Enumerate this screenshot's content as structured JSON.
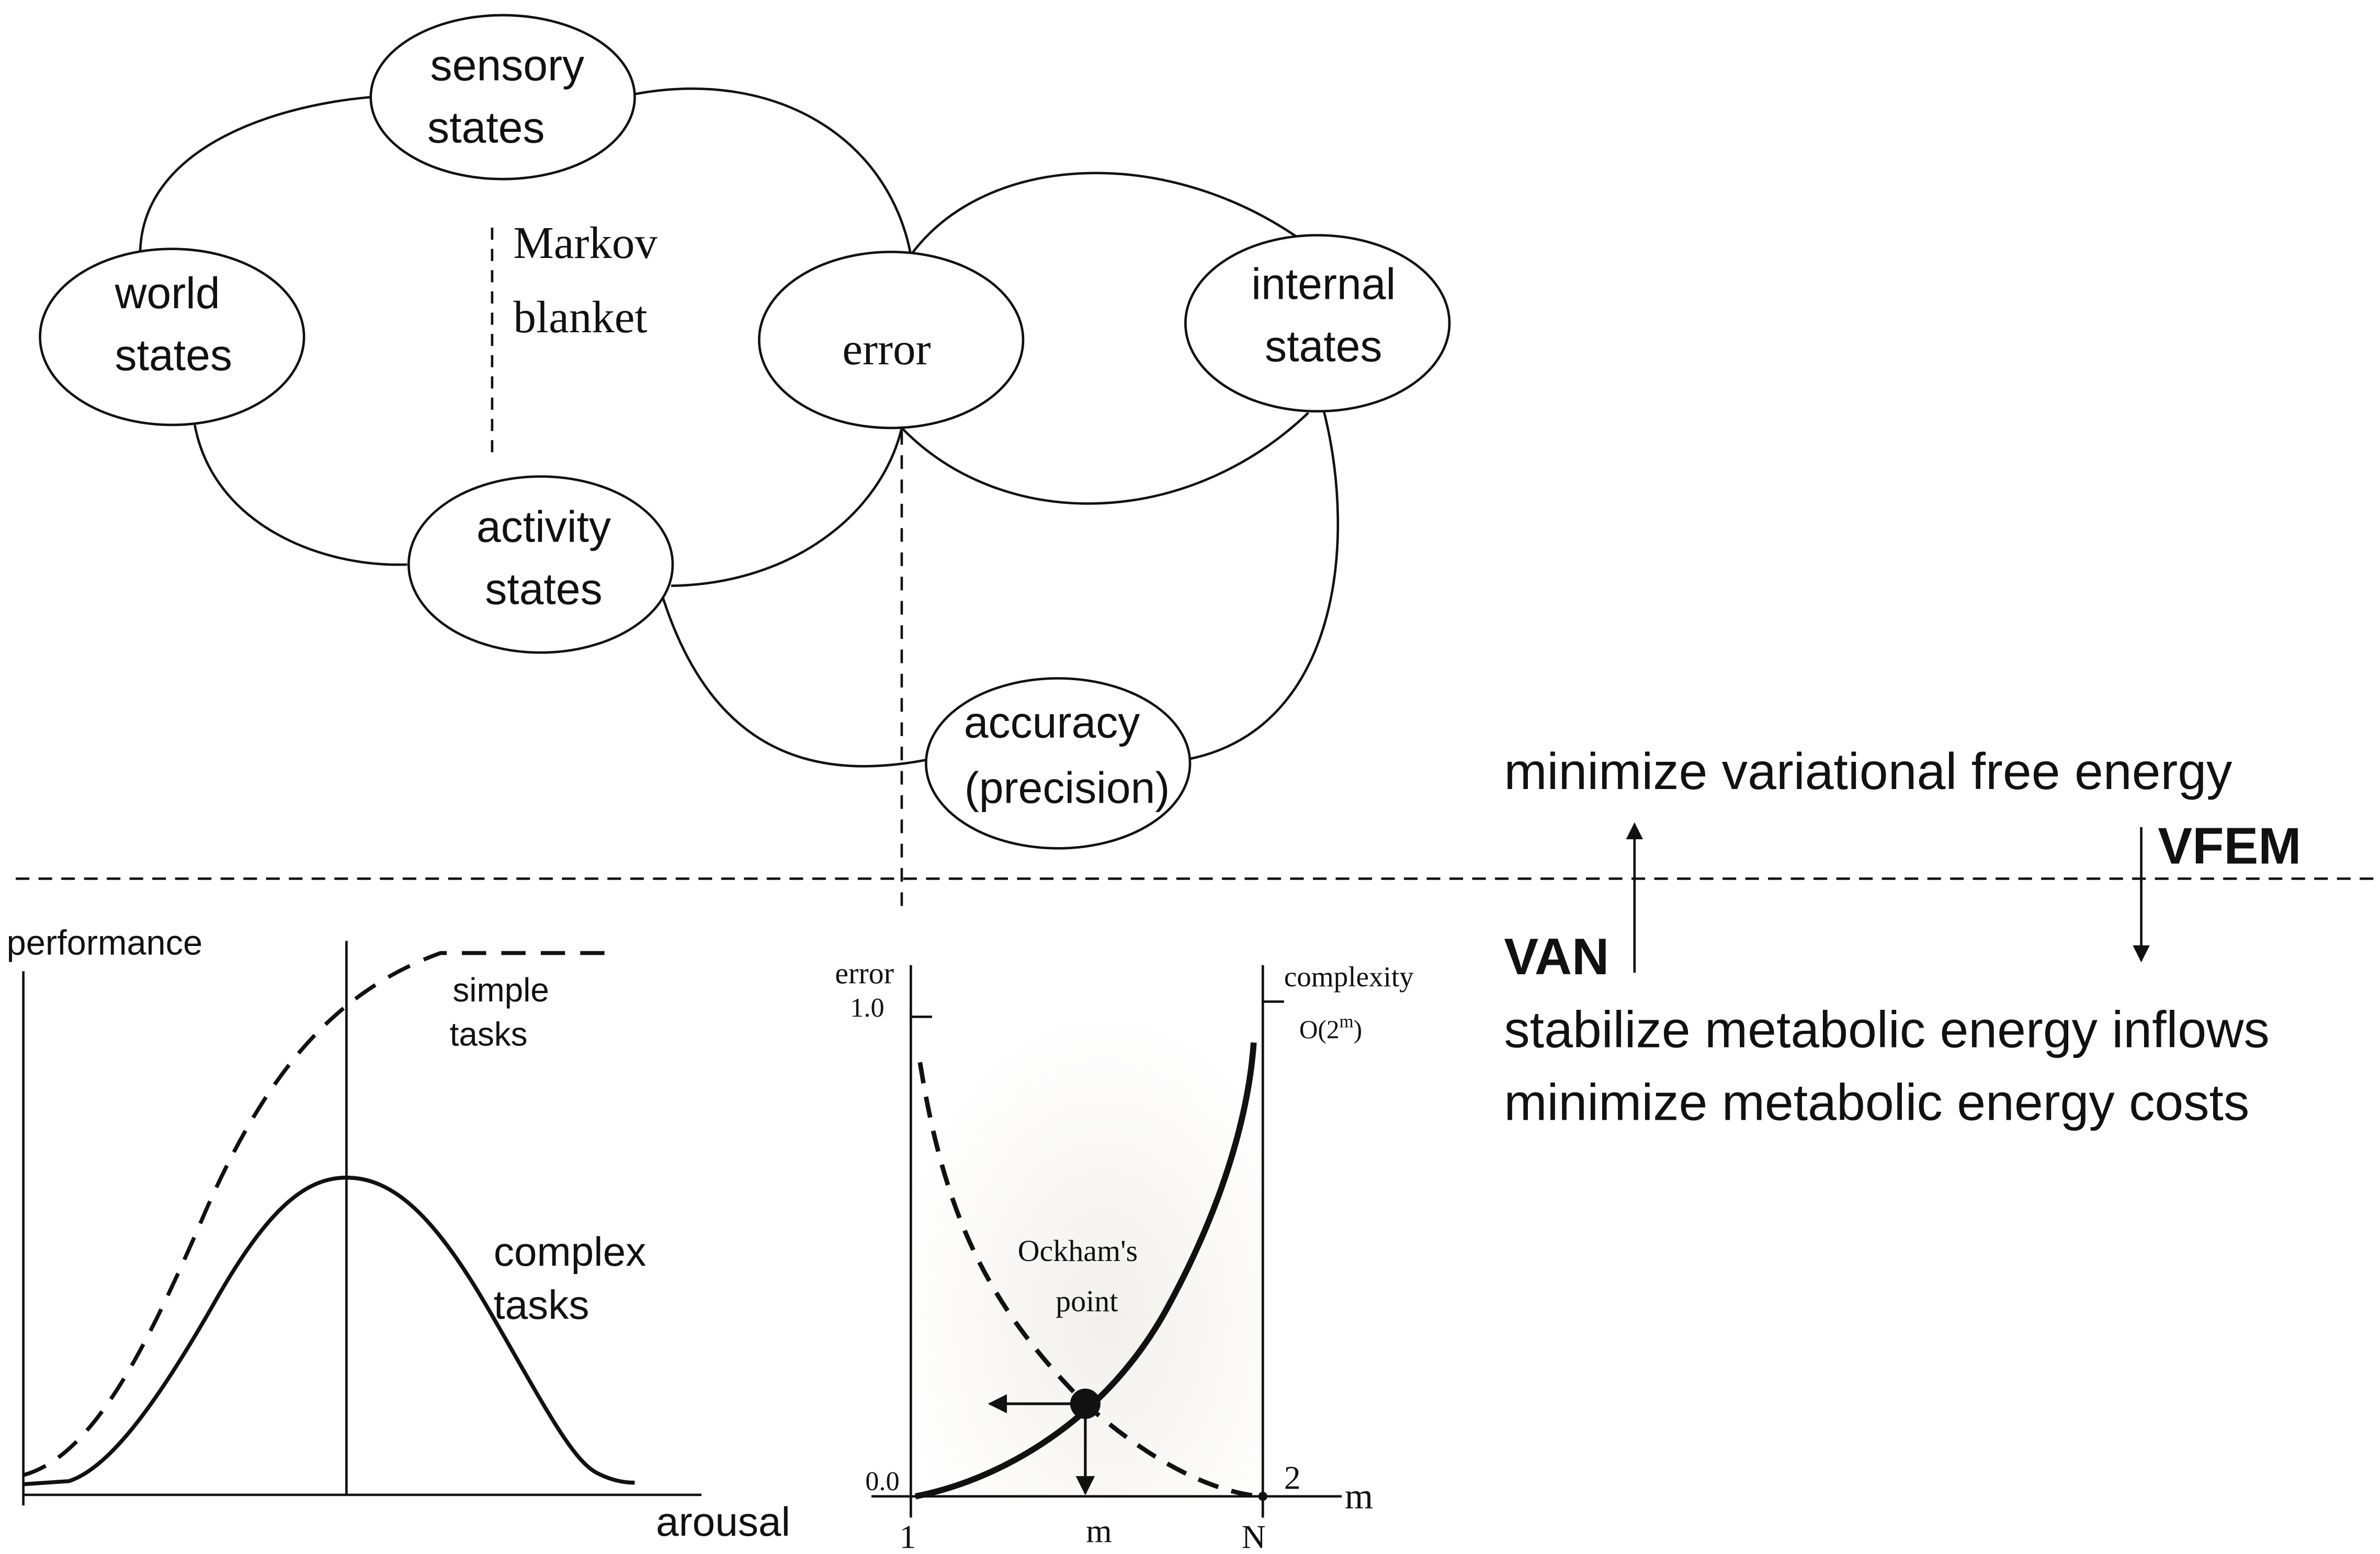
{
  "diagram": {
    "nodes": {
      "sensory": [
        "sensory",
        "states"
      ],
      "world": [
        "world",
        "states"
      ],
      "error": "error",
      "internal": [
        "internal",
        "states"
      ],
      "activity": [
        "activity",
        "states"
      ],
      "accuracy": [
        "accuracy",
        "(precision)"
      ]
    },
    "markov_label": [
      "Markov",
      "blanket"
    ]
  },
  "energy": {
    "minimize_vfe": "minimize variational free energy",
    "vfem": "VFEM",
    "van": "VAN",
    "stabilize": "stabilize metabolic energy inflows",
    "minimize_costs": "minimize metabolic energy costs"
  },
  "yerkes_dodson": {
    "ylabel": "performance",
    "xlabel": "arousal",
    "simple": [
      "simple",
      "tasks"
    ],
    "complex": [
      "complex",
      "tasks"
    ]
  },
  "ockham": {
    "ylabel": "error",
    "y_top": "1.0",
    "y_bottom": "0.0",
    "right_label": "complexity",
    "right_sub": "O(2",
    "right_sup": "m",
    "right_close": ")",
    "x_end": "m",
    "x_ticks": [
      "1",
      "m",
      "N"
    ],
    "right_bottom": "2",
    "point": [
      "Ockham's",
      "point"
    ]
  },
  "colors": {
    "ink": "#111111",
    "background": "#ffffff"
  }
}
